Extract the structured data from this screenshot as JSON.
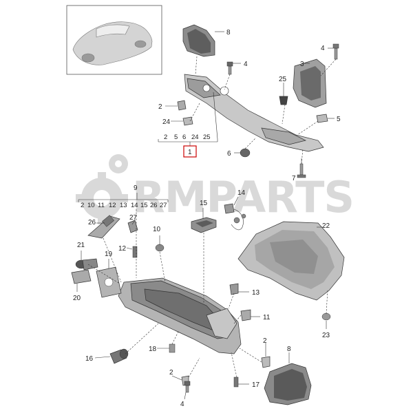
{
  "watermark": "RMPARTS",
  "callouts": {
    "c1": "1",
    "c2a": "2",
    "c2b": "2",
    "c2c": "2",
    "c3": "3",
    "c4a": "4",
    "c4b": "4",
    "c4c": "4",
    "c5": "5",
    "c6": "6",
    "c7": "7",
    "c8a": "8",
    "c8b": "8",
    "c9": "9",
    "c10": "10",
    "c11": "11",
    "c12": "12",
    "c13": "13",
    "c14": "14",
    "c15": "15",
    "c16": "16",
    "c17": "17",
    "c18": "18",
    "c19": "19",
    "c20": "20",
    "c21": "21",
    "c22": "22",
    "c23": "23",
    "c24": "24",
    "c25": "25",
    "c26": "26",
    "c27": "27"
  },
  "group_top": [
    "2",
    "5",
    "6",
    "24",
    "25"
  ],
  "group_bottom": [
    "2",
    "10",
    "11",
    "12",
    "13",
    "14",
    "15",
    "26",
    "27"
  ],
  "colors": {
    "highlight_box": "#cc0000",
    "part_fill": "#bdbdbd",
    "part_dark": "#6e6e6e"
  }
}
